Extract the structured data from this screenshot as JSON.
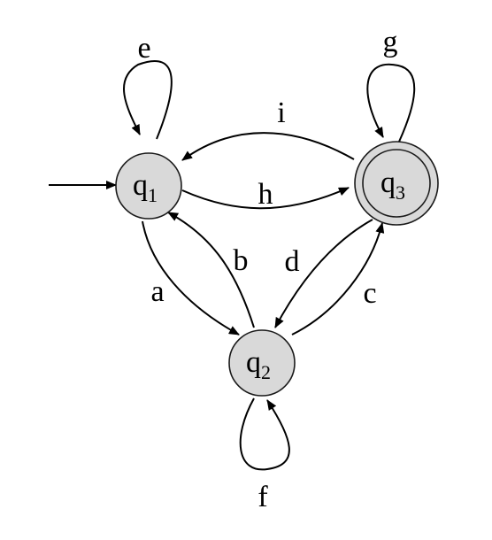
{
  "colors": {
    "state_fill": "#d9d9d9",
    "stroke": "#000000",
    "background": "#ffffff"
  },
  "states": [
    {
      "id": "q1",
      "base": "q",
      "sub": "1",
      "accepting": false,
      "initial": true
    },
    {
      "id": "q2",
      "base": "q",
      "sub": "2",
      "accepting": false,
      "initial": false
    },
    {
      "id": "q3",
      "base": "q",
      "sub": "3",
      "accepting": true,
      "initial": false
    }
  ],
  "transitions": [
    {
      "label": "a",
      "from": "q1",
      "to": "q2"
    },
    {
      "label": "b",
      "from": "q2",
      "to": "q1"
    },
    {
      "label": "c",
      "from": "q2",
      "to": "q3"
    },
    {
      "label": "d",
      "from": "q3",
      "to": "q2"
    },
    {
      "label": "e",
      "from": "q1",
      "to": "q1"
    },
    {
      "label": "f",
      "from": "q2",
      "to": "q2"
    },
    {
      "label": "g",
      "from": "q3",
      "to": "q3"
    },
    {
      "label": "h",
      "from": "q1",
      "to": "q3"
    },
    {
      "label": "i",
      "from": "q3",
      "to": "q1"
    }
  ]
}
